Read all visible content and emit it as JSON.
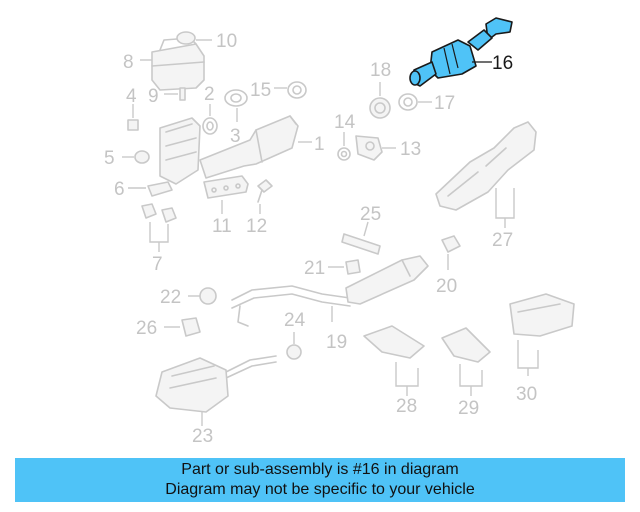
{
  "colors": {
    "highlight": "#4fc3f7",
    "banner": "#4fc3f7",
    "ghost_part": "#c9c9c9"
  },
  "callouts": {
    "c1": "1",
    "c2": "2",
    "c3": "3",
    "c4": "4",
    "c5": "5",
    "c6": "6",
    "c7": "7",
    "c8": "8",
    "c9": "9",
    "c10": "10",
    "c11": "11",
    "c12": "12",
    "c13": "13",
    "c14": "14",
    "c15": "15",
    "c16": "16",
    "c17": "17",
    "c18": "18",
    "c19": "19",
    "c20": "20",
    "c21": "21",
    "c22": "22",
    "c23": "23",
    "c24": "24",
    "c25": "25",
    "c26": "26",
    "c27": "27",
    "c28": "28",
    "c29": "29",
    "c30": "30"
  },
  "banner": {
    "line1": "Part or sub-assembly is #16 in diagram",
    "line2": "Diagram may not be specific to your vehicle"
  }
}
